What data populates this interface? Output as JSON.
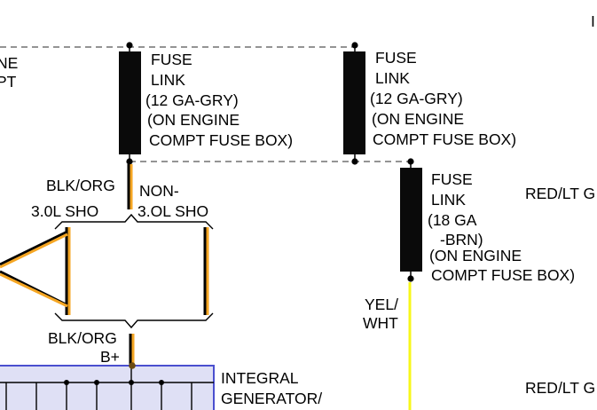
{
  "fuse_link_1": {
    "line1": "FUSE",
    "line2": "LINK",
    "line3": "(12 GA-GRY)",
    "line4": "(ON ENGINE",
    "line5": "COMPT FUSE BOX)"
  },
  "fuse_link_2": {
    "line1": "FUSE",
    "line2": "LINK",
    "line3": "(12 GA-GRY)",
    "line4": "(ON ENGINE",
    "line5": "COMPT FUSE BOX)"
  },
  "fuse_link_3": {
    "line1": "FUSE",
    "line2": "LINK",
    "line3": "(18 GA",
    "line4": "-BRN)",
    "line5": "(ON ENGINE",
    "line6": "COMPT FUSE BOX)"
  },
  "left_cut_text": {
    "line1": "NE",
    "line2": "PT"
  },
  "wire_labels": {
    "blk_org_top": "BLK/ORG",
    "sho_30l": "3.0L SHO",
    "non_label": "NON-",
    "non_sho": "3.OL SHO",
    "blk_org_bottom": "BLK/ORG",
    "b_plus": "B+",
    "yel": "YEL/",
    "wht": "WHT",
    "red_lt_top": "RED/LT G",
    "red_lt_bottom": "RED/LT G"
  },
  "generator": {
    "line1": "INTEGRAL",
    "line2": "GENERATOR/"
  },
  "top_right_cut": "I",
  "colors": {
    "wire_black": "#000000",
    "wire_orange": "#f5a623",
    "wire_yellow": "#f7f71a",
    "generator_fill": "#dfe0f5",
    "generator_border": "#4a4fcf",
    "dashed": "#555555"
  }
}
